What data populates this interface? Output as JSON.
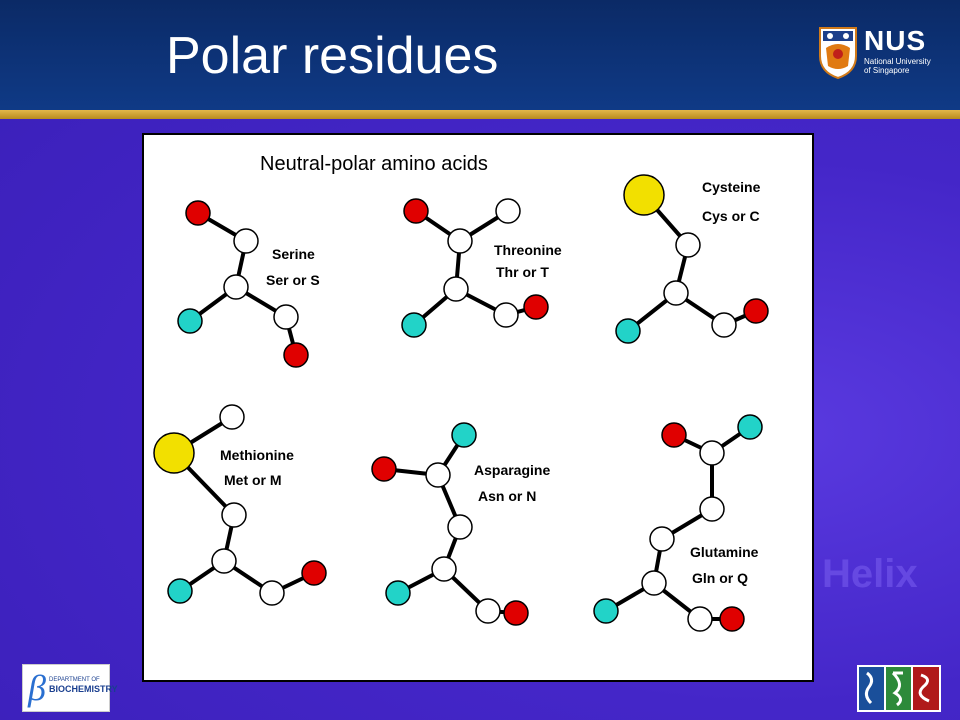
{
  "slide": {
    "title": "Polar residues"
  },
  "nus_logo": {
    "wordmark": "NUS",
    "subtitle_line1": "National University",
    "subtitle_line2": "of Singapore"
  },
  "figure": {
    "heading": "Neutral-polar amino acids",
    "molecules": [
      {
        "name": "Serine",
        "code": "Ser or S"
      },
      {
        "name": "Threonine",
        "code": "Thr or T"
      },
      {
        "name": "Cysteine",
        "code": "Cys or C"
      },
      {
        "name": "Methionine",
        "code": "Met or M"
      },
      {
        "name": "Asparagine",
        "code": "Asn or N"
      },
      {
        "name": "Glutamine",
        "code": "Gln or Q"
      }
    ]
  },
  "footer": {
    "biochem_logo": {
      "line1": "DEPARTMENT OF",
      "line2": "BIOCHEMISTRY"
    }
  },
  "colors": {
    "oxygen": "#e00000",
    "nitrogen": "#22d3c8",
    "sulfur": "#f2e000",
    "carbon": "#ffffff",
    "header": "#0f3a86",
    "accent_stripe": "#d4a83a",
    "slide_bg": "#4426c8"
  }
}
